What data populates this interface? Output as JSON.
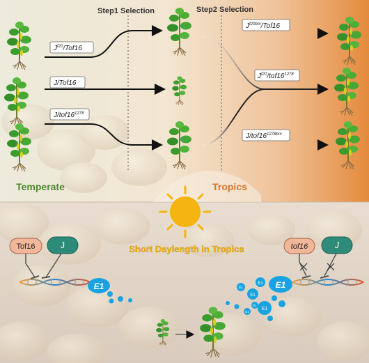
{
  "top": {
    "step1": "Step1 Selection",
    "step2": "Step2 Selection",
    "temperate": "Temperate",
    "tropics": "Tropics"
  },
  "genotypes": {
    "g1_base": "J",
    "g1_sup": "f20",
    "g1_rest": "/Tof16",
    "g2": "J/Tof16",
    "g3_base": "J/tof16",
    "g3_sup": "1278",
    "g4_base": "J",
    "g4_sup": "f20bm",
    "g4_rest": "/Tof16",
    "g5_base": "J",
    "g5_sup": "f20",
    "g5_mid": "/tof16",
    "g5_sup2": "1278",
    "g6_base": "J/tof16",
    "g6_sup": "1278bm"
  },
  "bottom": {
    "short_daylength": "Short Daylength in Tropics",
    "tof16_left": "Tof16",
    "j_left": "J",
    "tof16_right": "tof16",
    "j_right": "J",
    "e1_left": "E1",
    "e1_right": "E1",
    "e1_small": "E1"
  },
  "colors": {
    "temperate_green": "#4a8a2a",
    "tropics_orange": "#d8752c",
    "tof16_pill": "#f1b79a",
    "j_pill": "#2e8b7a",
    "e1_blue": "#1aa3e0",
    "sun_yellow": "#f5b40f"
  }
}
